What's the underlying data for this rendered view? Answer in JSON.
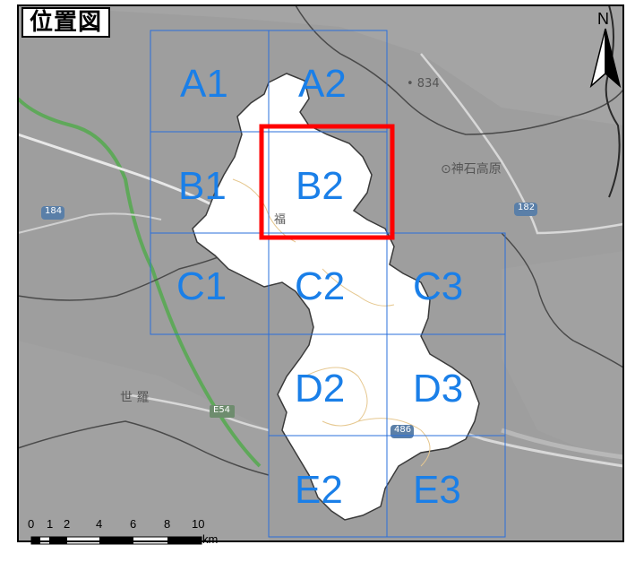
{
  "map": {
    "title": "位置図",
    "north_label": "N",
    "grid_labels": [
      "A1",
      "A2",
      "B1",
      "B2",
      "C1",
      "C2",
      "C3",
      "D2",
      "D3",
      "E2",
      "E3"
    ],
    "selected_cell": "B2",
    "place_labels": {
      "peak": "• 834",
      "kogen": "⊙神石高原",
      "fuku": "福",
      "sera": "世 羅",
      "route_184": "184",
      "route_182": "182",
      "route_486": "486",
      "expressway": "E54"
    },
    "scale_bar": {
      "ticks": [
        "0",
        "1",
        "2",
        "4",
        "6",
        "8",
        "10"
      ],
      "unit": "km"
    },
    "colors": {
      "grid_line": "#2a6fdb",
      "grid_label": "#1a7fe8",
      "highlight": "#ff0000",
      "basemap": "#9c9c9c",
      "study_area": "#ffffff"
    }
  }
}
